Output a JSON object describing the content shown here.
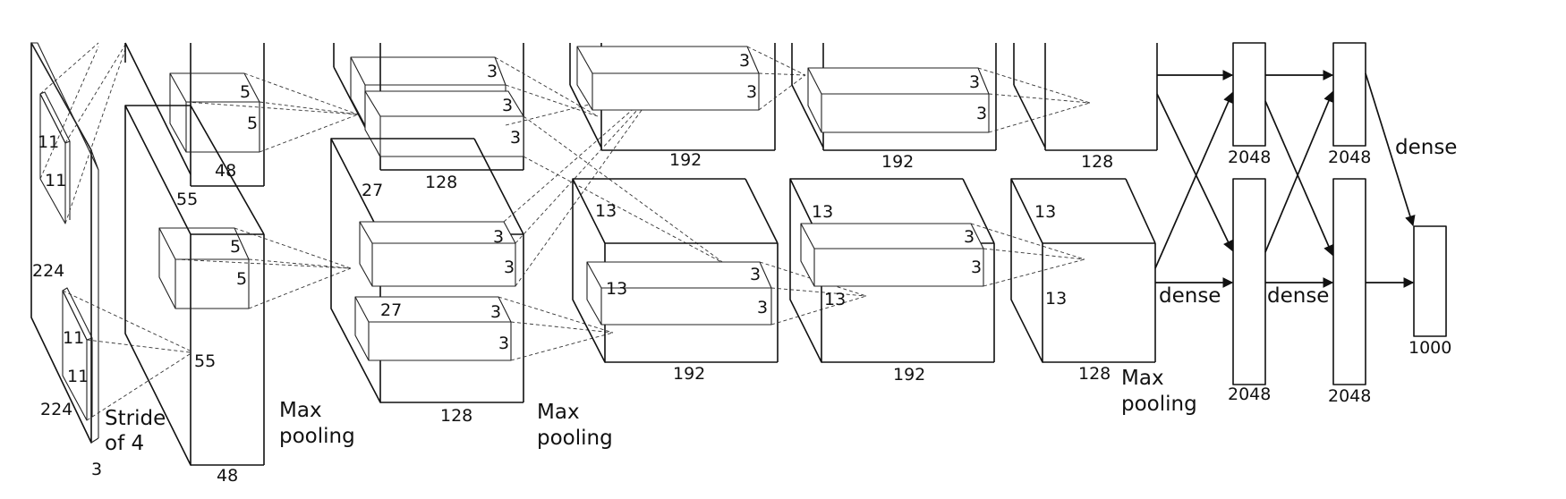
{
  "labels": {
    "input_height": "224",
    "input_width": "224",
    "input_depth": "3",
    "input_kernel_top_a": "11",
    "input_kernel_top_b": "11",
    "input_kernel_bottom_a": "11",
    "input_kernel_bottom_b": "11",
    "stride_line1": "Stride",
    "stride_line2": "of 4",
    "conv1_size": "55",
    "conv1_size_bottom": "55",
    "conv1_kernel_top_a": "5",
    "conv1_kernel_top_b": "5",
    "conv1_kernel_bottom_a": "5",
    "conv1_kernel_bottom_b": "5",
    "conv1_depth_top": "48",
    "conv1_depth_bottom": "48",
    "pool1_line1": "Max",
    "pool1_line2": "pooling",
    "conv2_size": "27",
    "conv2_size_inner": "27",
    "conv2_kernel_top_a": "3",
    "conv2_kernel_top_b": "3",
    "conv2_kernel_top_c": "3",
    "conv2_kernel_bottom_a": "3",
    "conv2_kernel_bottom_b": "3",
    "conv2_kernel_bottom_c": "3",
    "conv2_kernel_bottom_d": "3",
    "conv2_depth_top": "128",
    "conv2_depth_bottom": "128",
    "pool2_line1": "Max",
    "pool2_line2": "pooling",
    "conv3_size": "13",
    "conv3_size_inner": "13",
    "conv3_kernel_top_a": "3",
    "conv3_kernel_top_b": "3",
    "conv3_kernel_bottom_a": "3",
    "conv3_kernel_bottom_b": "3",
    "conv3_depth_top": "192",
    "conv3_depth_bottom": "192",
    "conv4_size": "13",
    "conv4_size_inner": "13",
    "conv4_kernel_top_a": "3",
    "conv4_kernel_top_b": "3",
    "conv4_kernel_bottom_a": "3",
    "conv4_kernel_bottom_b": "3",
    "conv4_depth_top": "192",
    "conv4_depth_bottom": "192",
    "conv5_size": "13",
    "conv5_size_inner": "13",
    "conv5_depth_top": "128",
    "conv5_depth_bottom": "128",
    "pool3_line1": "Max",
    "pool3_line2": "pooling",
    "fc1_dense": "dense",
    "fc1_size_top": "2048",
    "fc1_size_bottom": "2048",
    "fc2_dense": "dense",
    "fc2_size_top": "2048",
    "fc2_size_bottom": "2048",
    "fc3_dense": "dense",
    "output_size": "1000"
  }
}
